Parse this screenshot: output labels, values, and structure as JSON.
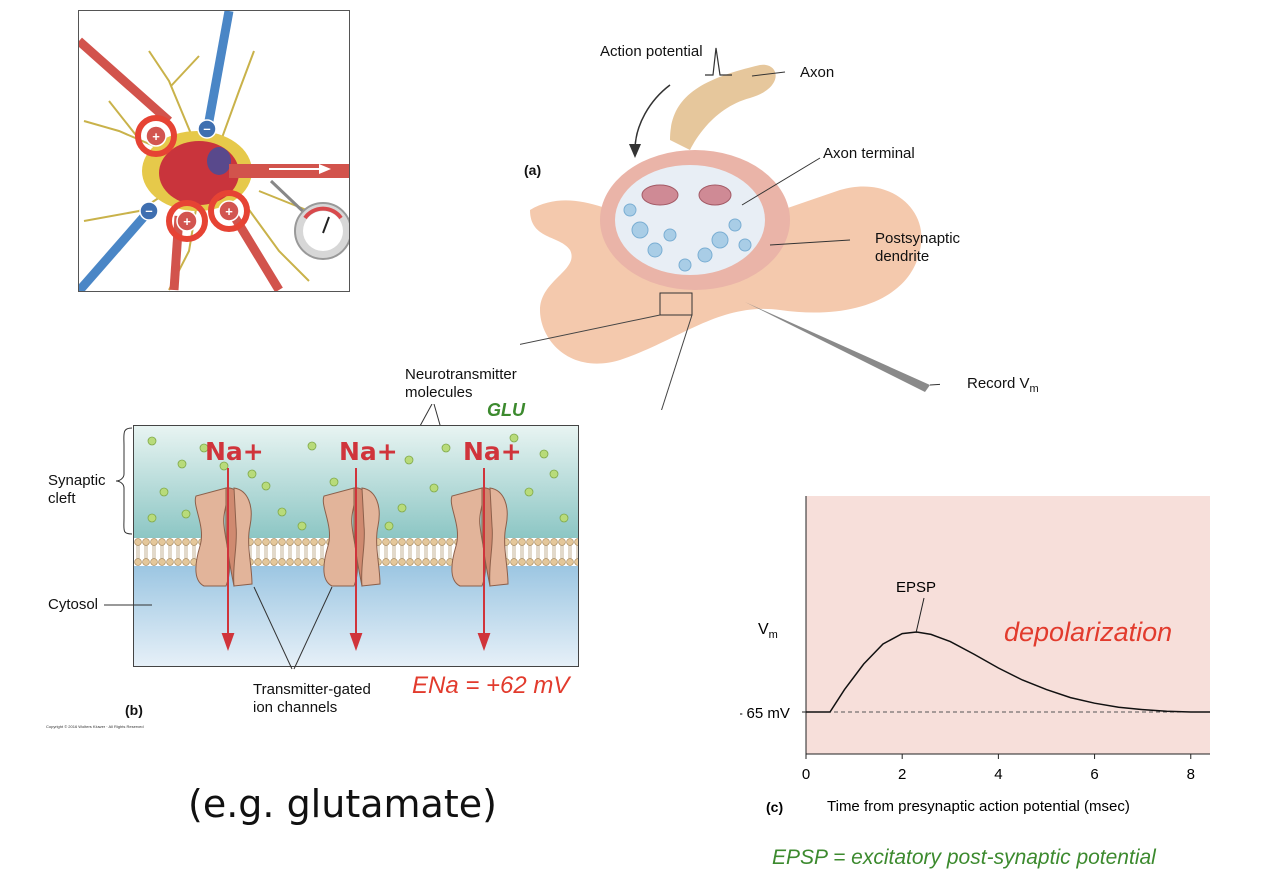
{
  "panel_a": {
    "label": "(a)",
    "action_potential_label": "Action potential",
    "axon_label": "Axon",
    "axon_terminal_label": "Axon terminal",
    "postsynaptic_dendrite_label": "Postsynaptic\ndendrite",
    "record_label": "Record V",
    "record_subscript": "m"
  },
  "panel_b": {
    "label": "(b)",
    "neurotransmitter_label": "Neurotransmitter\nmolecules",
    "glu_label": "GLU",
    "synaptic_cleft_label": "Synaptic\ncleft",
    "cytosol_label": "Cytosol",
    "channels_label": "Transmitter-gated\nion channels",
    "ion_labels": [
      "Na+",
      "Na+",
      "Na+"
    ],
    "ena_label": "ENa = +62 mV",
    "copyright": "Copyright © 2016 Wolters Kluwer · All Rights Reserved"
  },
  "panel_c": {
    "label": "(c)",
    "y_label": "V",
    "y_subscript": "m",
    "resting_label": "– 65 mV",
    "epsp_label": "EPSP",
    "depolarization_label": "depolarization",
    "xlabel": "Time from presynaptic action potential (msec)",
    "x_ticks": [
      "0",
      "2",
      "4",
      "6",
      "8"
    ]
  },
  "neuron_icon": {
    "plus_sign": "+",
    "minus_sign": "–"
  },
  "example_label": "(e.g. glutamate)",
  "footnote": "EPSP = excitatory post-synaptic potential",
  "colors": {
    "red_accent": "#e23b2d",
    "green_accent": "#3c8a2e",
    "epsp_background": "#f7dfda"
  },
  "chart_data": {
    "type": "line",
    "xlabel": "Time from presynaptic action potential (msec)",
    "ylabel": "Vm",
    "xlim": [
      0,
      8.4
    ],
    "x_ticks": [
      0,
      2,
      4,
      6,
      8
    ],
    "baseline_label": "– 65 mV",
    "series": [
      {
        "name": "EPSP",
        "x": [
          0,
          0.5,
          0.8,
          1.2,
          1.6,
          2.0,
          2.3,
          2.6,
          3.0,
          3.5,
          4.0,
          4.5,
          5.0,
          5.5,
          6.0,
          6.5,
          7.0,
          7.5,
          8.0,
          8.4
        ],
        "y": [
          0,
          0,
          0.28,
          0.6,
          0.85,
          0.98,
          1.0,
          0.97,
          0.88,
          0.72,
          0.55,
          0.4,
          0.28,
          0.18,
          0.11,
          0.06,
          0.03,
          0.01,
          0,
          0
        ]
      }
    ]
  }
}
